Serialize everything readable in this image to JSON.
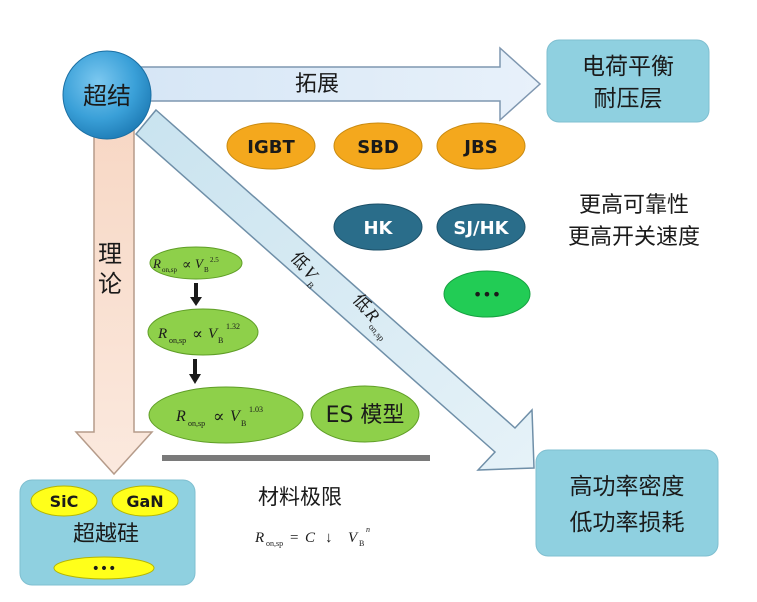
{
  "center": {
    "label": "超结"
  },
  "arrows": {
    "extend": "拓展",
    "theory": "理论",
    "low_vb": "低",
    "low_ron": "低"
  },
  "targets": {
    "top_right": [
      "电荷平衡",
      "耐压层"
    ],
    "bottom_right": [
      "高功率密度",
      "低功率损耗"
    ],
    "bottom_left": "超越硅"
  },
  "devices": {
    "row1": [
      "IGBT",
      "SBD",
      "JBS"
    ],
    "row2": [
      "HK",
      "SJ/HK"
    ],
    "more": "•••"
  },
  "reliability": [
    "更高可靠性",
    "更高开关速度"
  ],
  "theory_models": {
    "exponents": [
      "2.5",
      "1.32",
      "1.03"
    ],
    "es_model": "ES 模型"
  },
  "materials": {
    "items": [
      "SiC",
      "GaN"
    ],
    "more": "•••",
    "limit_label": "材料极限",
    "formula_c": "C",
    "formula_n": "n"
  },
  "colors": {
    "center_blue": "#3aa0d8",
    "target_box": "#8fd0e0",
    "orange": "#f4a81d",
    "teal": "#2a6d8a",
    "green": "#8ed04a",
    "bright_green": "#22cc55",
    "yellow": "#ffff1a"
  }
}
